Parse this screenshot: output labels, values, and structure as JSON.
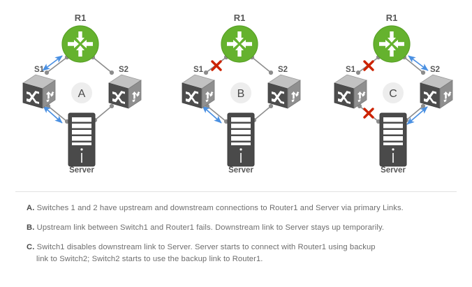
{
  "diagram": {
    "title_colors": {
      "router_green": "#65b22e",
      "switch_dark": "#4d4d4d",
      "switch_light": "#b5b5b5",
      "server_dark": "#4a4a4a",
      "link_gray": "#8c8c8c",
      "arrow_blue": "#4a90e2",
      "fail_red": "#cc2200",
      "label_gray": "#595959",
      "badge_bg": "#ededed",
      "badge_text": "#4a4a4a",
      "divider": "#e2e2e2",
      "caption_text": "#6d6d6d"
    },
    "node_labels": {
      "router": "R1",
      "switch1": "S1",
      "switch2": "S2",
      "server": "Server"
    },
    "panels": [
      {
        "badge": "A",
        "failed_links": [],
        "active_links": [
          "s1-router",
          "s1-server"
        ]
      },
      {
        "badge": "B",
        "failed_links": [
          "s1-router"
        ],
        "active_links": [
          "s1-server"
        ]
      },
      {
        "badge": "C",
        "failed_links": [
          "s1-router",
          "s1-server"
        ],
        "active_links": [
          "s2-router",
          "s2-server"
        ]
      }
    ]
  },
  "captions": [
    {
      "key": "A.",
      "line1": "Switches 1 and 2 have upstream and downstream connections to Router1 and Server via primary Links.",
      "line2": ""
    },
    {
      "key": "B.",
      "line1": "Upstream link between Switch1 and Router1 fails. Downstream link to Server stays up temporarily.",
      "line2": ""
    },
    {
      "key": "C.",
      "line1": "Switch1 disables downstream link to Server. Server starts to connect with Router1 using backup",
      "line2": "link to Switch2; Switch2 starts to use the backup link to Router1."
    }
  ]
}
